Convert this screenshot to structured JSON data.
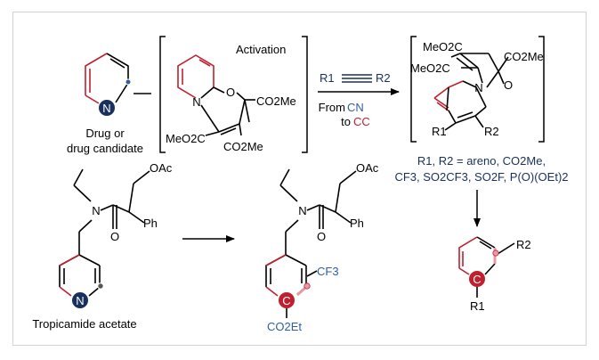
{
  "atoms": {
    "N": "N",
    "O": "O",
    "C": "C"
  },
  "substituents": {
    "co2me_a": "MeO2C",
    "co2me_b": "CO2Me",
    "co2me_c": "CO2Me",
    "co2me_d": "MeO2C",
    "co2me_e": "MeO2C",
    "co2me_f": "CO2Me",
    "r1": "R1",
    "r2": "R2",
    "oac": "OAc",
    "ph": "Ph",
    "cf3": "CF3",
    "co2et": "CO2Et"
  },
  "labels": {
    "drug_line1": "Drug or",
    "drug_line2": "drug candidate",
    "activation": "Activation",
    "from": "From",
    "cn": "CN",
    "to": "to",
    "cc": "CC",
    "tropicamide": "Tropicamide acetate",
    "scope_line1": "R1, R2 = areno, CO2Me,",
    "scope_line2": "CF3, SO2CF3, SO2F, P(O)(OEt)2"
  },
  "colors": {
    "red": "#c0202e",
    "navy": "#17305c",
    "blue": "#2f5f9e",
    "pink": "#e59aa5",
    "black": "#000000",
    "frame": "#d3d3d3"
  }
}
